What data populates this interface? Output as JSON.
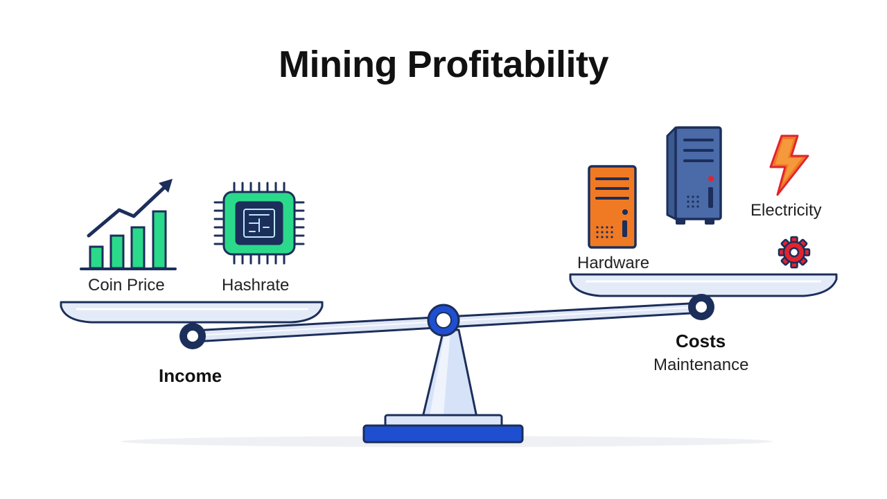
{
  "title": "Mining Profitability",
  "left": {
    "group_label": "Income",
    "items": [
      {
        "label": "Coin Price",
        "icon": "rising-bar-chart-icon"
      },
      {
        "label": "Hashrate",
        "icon": "microchip-icon"
      }
    ]
  },
  "right": {
    "group_label": "Costs",
    "items": [
      {
        "label": "Hardware",
        "icon": "orange-server-icon"
      },
      {
        "label": "Electricity",
        "icon": "lightning-bolt-icon"
      },
      {
        "label": "Maintenance",
        "icon": "gear-icon"
      }
    ],
    "extra_icon": "blue-server-tower-icon"
  },
  "colors": {
    "accent_blue": "#1f4fd1",
    "navy": "#1c2e5a",
    "green": "#2bd98a",
    "orange": "#f07a24",
    "red": "#e0242f",
    "pan": "#e3ebf8"
  }
}
